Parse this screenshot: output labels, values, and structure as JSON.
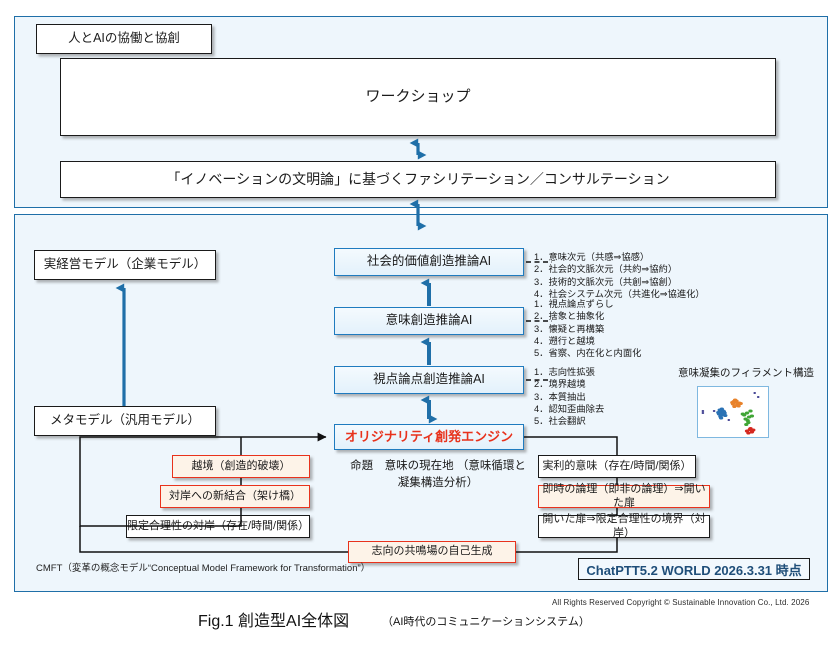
{
  "figure": {
    "caption_main": "Fig.1 創造型AI全体図",
    "caption_sub": "（AI時代のコミュニケーションシステム）",
    "copyright": "All Rights Reserved Copyright ©  Sustainable Innovation Co., Ltd.  2026"
  },
  "top_panel": {
    "tag_label": "人とAIの協働と協創",
    "workshop_label": "ワークショップ",
    "facilitation_label": "「イノベーションの文明論」に基づくファシリテーション／コンサルテーション"
  },
  "main_panel": {
    "left_column": {
      "real_model": "実経営モデル（企業モデル）",
      "meta_model": "メタモデル（汎用モデル）"
    },
    "ai_stack": [
      {
        "label": "社会的価値創造推論AI"
      },
      {
        "label": "意味創造推論AI"
      },
      {
        "label": "視点論点創造推論AI"
      }
    ],
    "engine_label": "オリジナリティ創発エンジン",
    "lists": {
      "social": [
        "1．意味次元（共感⇒協感）",
        "2．社会的文脈次元（共約⇒協約）",
        "3．技術的文脈次元（共創⇒協創）",
        "4．社会システム次元（共進化⇒協進化）"
      ],
      "meaning": [
        "1．視点論点ずらし",
        "2．捨象と抽象化",
        "3．懐疑と再構築",
        "4．遡行と越境",
        "5．省察、内在化と内面化"
      ],
      "viewpoint": [
        "1．志向性拡張",
        "2．境界越境",
        "3．本質抽出",
        "4．認知歪曲除去",
        "5．社会翻訳"
      ]
    },
    "filament_label": "意味凝集のフィラメント構造",
    "proposition": "命題　意味の現在地\n（意味循環と凝集構造分析）",
    "left_chain": [
      "越境（創造的破壊）",
      "対岸への新結合（架け橋）",
      "限定合理性の対岸（存在/時間/関係）"
    ],
    "right_chain": [
      "実利的意味（存在/時間/関係）",
      "即時の論理（即非の論理）⇒開いた扉",
      "開いた扉⇒限定合理性の境界（対岸）"
    ],
    "bottom_link": "志向の共鳴場の自己生成",
    "cmft_note": "CMFT（変革の概念モデル“Conceptual Model Framework for Transformation”）",
    "version_badge": "ChatPTT5.2 WORLD 2026.3.31 時点"
  },
  "colors": {
    "panel_border": "#1f6fa8",
    "panel_fill": "#eef6fc",
    "accent_red": "#e8321c",
    "accent_blue": "#1f7bbf",
    "arrow_blue": "#1f6fa8",
    "badge_text": "#1f4e79"
  },
  "chart_data": {
    "type": "scatter",
    "title": "意味凝集のフィラメント構造",
    "xlabel": "",
    "ylabel": "",
    "grid": false,
    "legend": "none",
    "series": [
      {
        "name": "cluster-blue",
        "color": "#2a72b5",
        "x": [
          0.3,
          0.33,
          0.36,
          0.32,
          0.38,
          0.35,
          0.29,
          0.34,
          0.37,
          0.31,
          0.36,
          0.33,
          0.39,
          0.34
        ],
        "y": [
          0.46,
          0.5,
          0.44,
          0.41,
          0.48,
          0.53,
          0.49,
          0.45,
          0.51,
          0.54,
          0.47,
          0.38,
          0.43,
          0.56
        ]
      },
      {
        "name": "cluster-orange",
        "color": "#e8822a",
        "x": [
          0.5,
          0.54,
          0.57,
          0.52,
          0.59,
          0.55,
          0.49,
          0.56,
          0.61,
          0.53,
          0.58,
          0.51
        ],
        "y": [
          0.66,
          0.7,
          0.64,
          0.61,
          0.68,
          0.72,
          0.69,
          0.65,
          0.67,
          0.74,
          0.62,
          0.71
        ]
      },
      {
        "name": "cluster-green",
        "color": "#3fa535",
        "x": [
          0.66,
          0.7,
          0.73,
          0.68,
          0.75,
          0.71,
          0.64,
          0.72,
          0.77,
          0.69
        ],
        "y": [
          0.44,
          0.48,
          0.4,
          0.36,
          0.52,
          0.33,
          0.46,
          0.29,
          0.42,
          0.25
        ]
      },
      {
        "name": "cluster-red",
        "color": "#d5281f",
        "x": [
          0.7,
          0.74,
          0.77,
          0.72,
          0.79,
          0.75
        ],
        "y": [
          0.12,
          0.15,
          0.1,
          0.08,
          0.14,
          0.17
        ]
      },
      {
        "name": "outliers",
        "color": "#3b3b8f",
        "x": [
          0.81,
          0.86,
          0.07,
          0.07,
          0.23,
          0.44
        ],
        "y": [
          0.88,
          0.8,
          0.52,
          0.48,
          0.52,
          0.34
        ]
      }
    ],
    "xlim": [
      0,
      1
    ],
    "ylim": [
      0,
      1
    ]
  }
}
